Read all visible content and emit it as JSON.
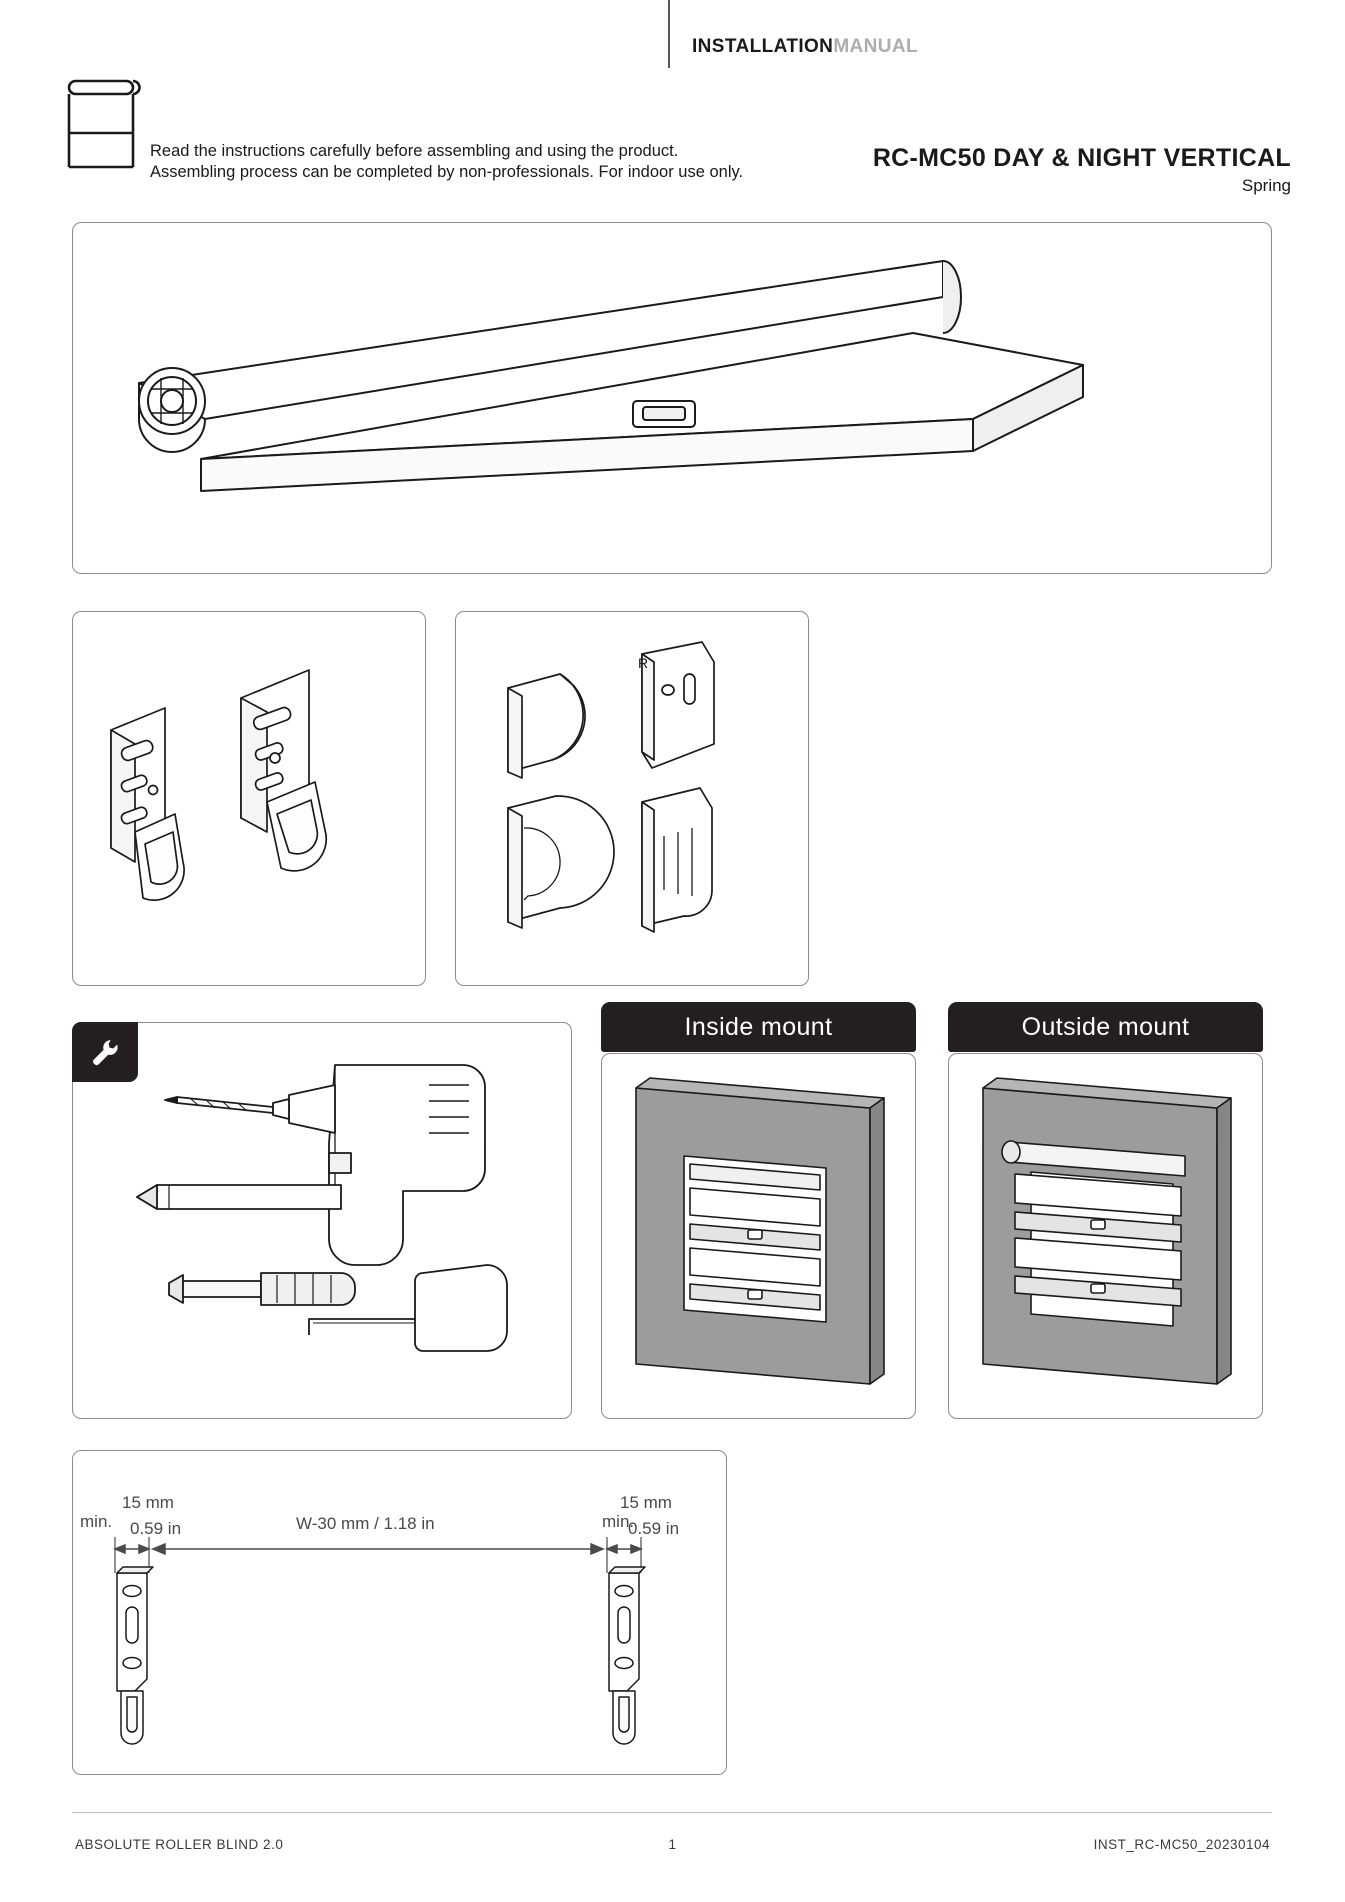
{
  "header": {
    "brand_bold": "INSTALLATION",
    "brand_light": "MANUAL",
    "warning_line1": "Read the instructions carefully before assembling and using the product.",
    "warning_line2": "Assembling process can be completed by non-professionals. For indoor use only.",
    "product_title": "RC-MC50 DAY & NIGHT VERTICAL",
    "product_subtitle": "Spring",
    "blind_icon": "roller-blind-icon"
  },
  "panels": {
    "hero": {
      "name": "assembled-blind-diagram",
      "caption": ""
    },
    "brackets": {
      "name": "mounting-brackets-diagram",
      "caption": ""
    },
    "covers": {
      "name": "end-caps-covers-diagram",
      "caption": "",
      "label_r": "R"
    },
    "tools": {
      "name": "required-tools-diagram",
      "badge_icon": "wrench-icon"
    },
    "inside_mount": {
      "header": "Inside mount",
      "name": "inside-mount-diagram"
    },
    "outside_mount": {
      "header": "Outside mount",
      "name": "outside-mount-diagram"
    },
    "dimensions": {
      "name": "bracket-spacing-diagram"
    }
  },
  "dimensions": {
    "min_label": "min.",
    "edge_mm": "15 mm",
    "edge_in": "0.59 in",
    "span_label": "W-30 mm / 1.18 in"
  },
  "footer": {
    "left": "ABSOLUTE ROLLER BLIND 2.0",
    "page": "1",
    "right": "INST_RC-MC50_20230104"
  },
  "colors": {
    "ink": "#1a1a1a",
    "muted": "#adadad",
    "panel_border": "#8c8c8c",
    "header_bar": "#231f20",
    "wall_fill": "#9c9c9c"
  }
}
